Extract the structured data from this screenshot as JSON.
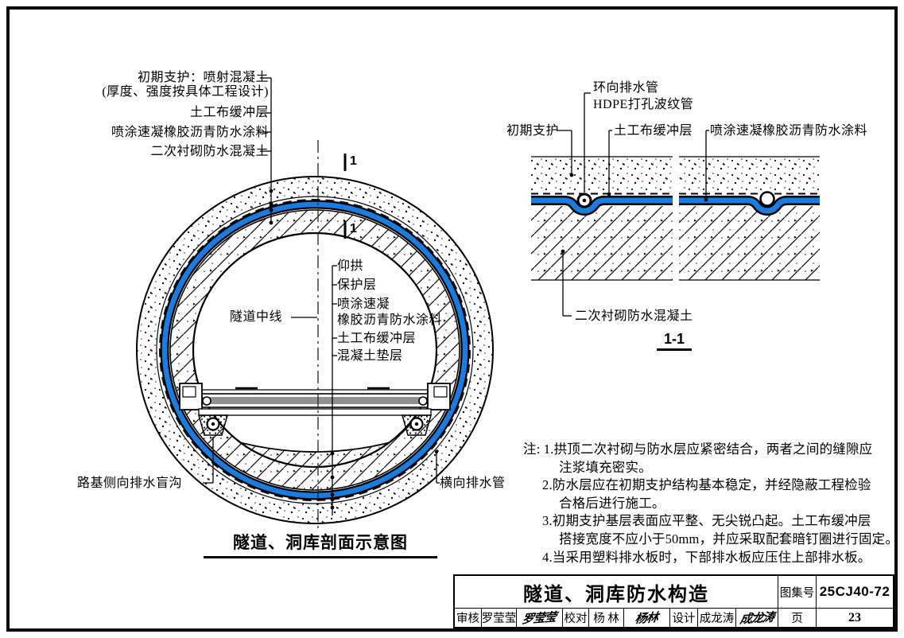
{
  "colors": {
    "waterproof_blue": "#1b7ce0",
    "deck_gray": "#8f8f8f",
    "line_black": "#0a0a0a"
  },
  "cross_section": {
    "caption": "隧道、洞库剖面示意图",
    "section_mark": "1",
    "labels": {
      "initial_support": "初期支护：喷射混凝土",
      "initial_support_note": "(厚度、强度按具体工程设计)",
      "geotextile_buffer": "土工布缓冲层",
      "spray_coating": "喷涂速凝橡胶沥青防水涂料",
      "secondary_lining": "二次衬砌防水混凝土",
      "tunnel_center_line": "隧道中线",
      "invert_arch": "仰拱",
      "protection_layer": "保护层",
      "spray_coating_l1": "喷涂速凝",
      "spray_coating_l2": "橡胶沥青防水涂料",
      "geotextile_buffer2": "土工布缓冲层",
      "concrete_cushion": "混凝土垫层",
      "roadbed_side_drain": "路基侧向排水盲沟",
      "transverse_drain_pipe": "横向排水管"
    }
  },
  "detail_1_1": {
    "caption": "1-1",
    "labels": {
      "initial_support": "初期支护",
      "circumferential_drain_pipe": "环向排水管",
      "hdpe_pipe": "HDPE打孔波纹管",
      "geotextile_buffer": "土工布缓冲层",
      "spray_coating": "喷涂速凝橡胶沥青防水涂料",
      "secondary_lining": "二次衬砌防水混凝土"
    }
  },
  "notes": {
    "lines": [
      "注: 1.拱顶二次衬砌与防水层应紧密结合，两者之间的缝隙应",
      "注浆填充密实。",
      "2.防水层应在初期支护结构基本稳定，并经隐蔽工程检验",
      "合格后进行施工。",
      "3.初期支护基层表面应平整、无尖锐凸起。土工布缓冲层",
      "搭接宽度不应小于50mm，并应采取配套暗钉圈进行固定。",
      "4.当采用塑料排水板时，下部排水板应压住上部排水板。"
    ]
  },
  "title_block": {
    "title": "隧道、洞库防水构造",
    "atlas_label": "图集号",
    "atlas_number": "25CJ40-72",
    "page_label": "页",
    "page_number": "23",
    "review_label": "审核",
    "review_name": "罗莹莹",
    "review_signature": "罗莹莹",
    "proof_label": "校对",
    "proof_name": "杨 林",
    "proof_signature": "杨林",
    "design_label": "设计",
    "design_name": "成龙涛",
    "design_signature": "成龙涛"
  }
}
